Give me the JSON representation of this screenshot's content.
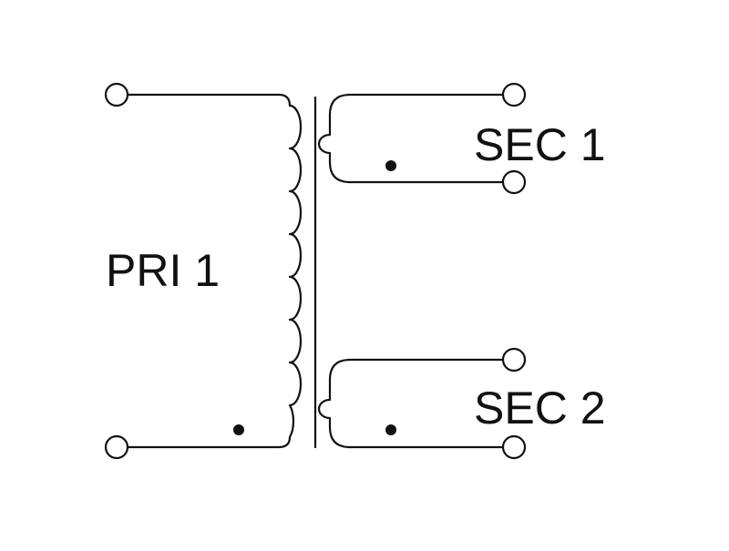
{
  "diagram": {
    "primary": {
      "label": "PRI 1",
      "turns": 8
    },
    "secondaries": [
      {
        "label": "SEC 1",
        "turns": 1
      },
      {
        "label": "SEC 2",
        "turns": 1
      }
    ],
    "core": "single-line",
    "polarity_marks": 3,
    "stroke_color": "#111111",
    "background_color": "#ffffff"
  }
}
